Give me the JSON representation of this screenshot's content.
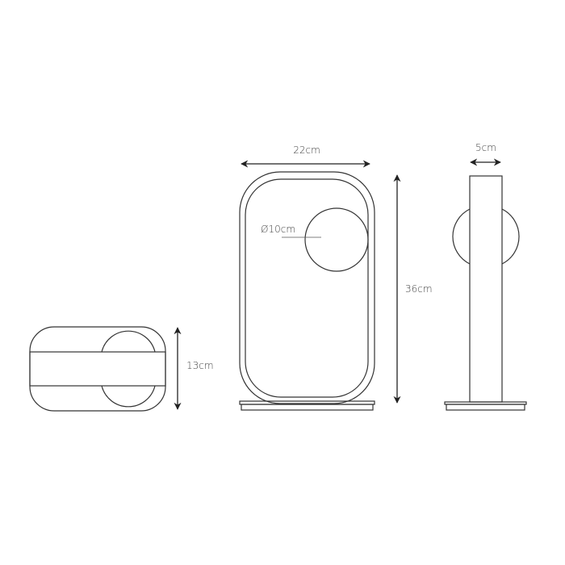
{
  "dimensions": {
    "width": "22cm",
    "height": "36cm",
    "depth": "5cm",
    "top_depth": "13cm",
    "shade_diameter": "Ø10cm"
  },
  "colors": {
    "line": "#333333",
    "text": "#444444",
    "background": "#ffffff"
  }
}
